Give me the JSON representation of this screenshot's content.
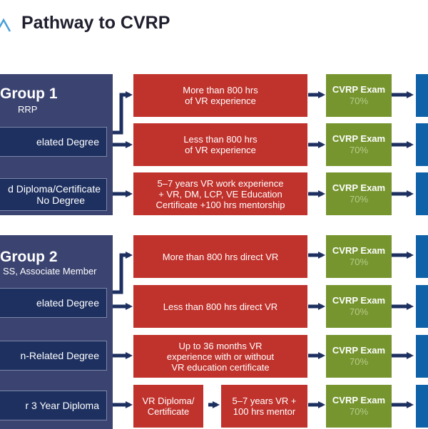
{
  "header": {
    "title": "Pathway to CVRP"
  },
  "group1": {
    "title": "Group 1",
    "subtitle": "RRP",
    "rows": [
      {
        "lines": [
          "elated Degree"
        ]
      },
      {
        "lines": [
          "d Diploma/Certificate",
          "No Degree"
        ]
      }
    ],
    "requirements": [
      {
        "lines": [
          "More than 800 hrs",
          "of VR experience"
        ]
      },
      {
        "lines": [
          "Less than 800 hrs",
          "of VR experience"
        ]
      },
      {
        "lines": [
          "5–7 years VR work experience",
          "+ VR, DM, LCP, VE Education",
          "Certificate +100 hrs mentorship"
        ]
      }
    ]
  },
  "group2": {
    "title": "Group 2",
    "subtitle": "SS, Associate Member",
    "rows": [
      {
        "lines": [
          "elated Degree"
        ]
      },
      {
        "lines": [
          "n-Related Degree"
        ]
      },
      {
        "lines": [
          "r 3 Year Diploma"
        ]
      }
    ],
    "requirements": [
      {
        "lines": [
          "More than 800 hrs direct VR"
        ]
      },
      {
        "lines": [
          "Less than 800 hrs direct VR"
        ]
      },
      {
        "lines": [
          "Up to 36 months VR",
          "experience with or without",
          "VR education certificate"
        ]
      }
    ],
    "diploma_steps": [
      {
        "lines": [
          "VR Diploma/",
          "Certificate"
        ]
      },
      {
        "lines": [
          "5–7 years VR +",
          "100 hrs mentor"
        ]
      }
    ]
  },
  "exam": {
    "label": "CVRP Exam",
    "pass_rate": "70%"
  },
  "colors": {
    "group": "#3b4370",
    "row": "#1e3060",
    "requirement": "#c0322c",
    "exam": "#76952f",
    "outcome": "#0f61a8",
    "arrow": "#1e3060"
  }
}
